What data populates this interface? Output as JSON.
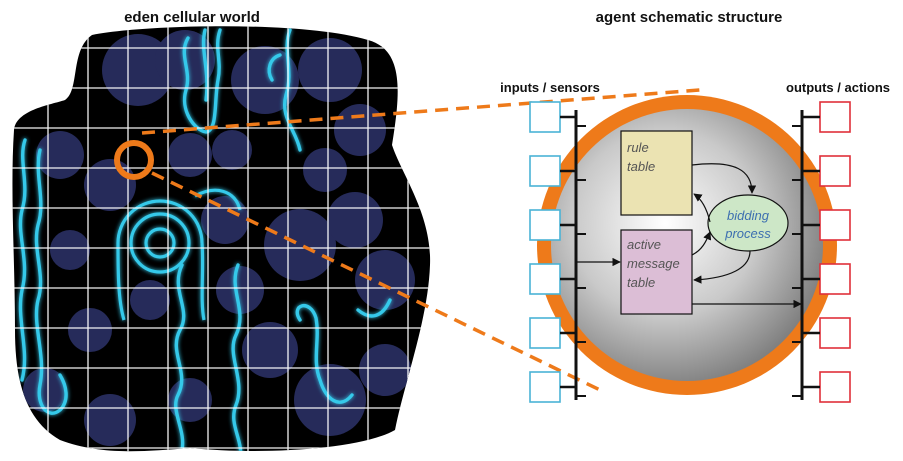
{
  "left_title": "eden cellular world",
  "right_title": "agent schematic structure",
  "inputs_label": "inputs / sensors",
  "outputs_label": "outputs / actions",
  "rule_table": [
    "rule",
    "table"
  ],
  "message_table": [
    "active",
    "message",
    "table"
  ],
  "bidding": [
    "bidding",
    "process"
  ],
  "input_count": 6,
  "output_count": 6,
  "colors": {
    "orange": "#ee7a1a",
    "cyan": "#36c9ea",
    "blob": "#262b5a",
    "background_black": "#000000",
    "input_box": "#4ab3d6",
    "output_box": "#e0303a",
    "rule_table": "#ebe3b2",
    "message_table": "#dcbed6",
    "bidding": "#cde7c7"
  }
}
